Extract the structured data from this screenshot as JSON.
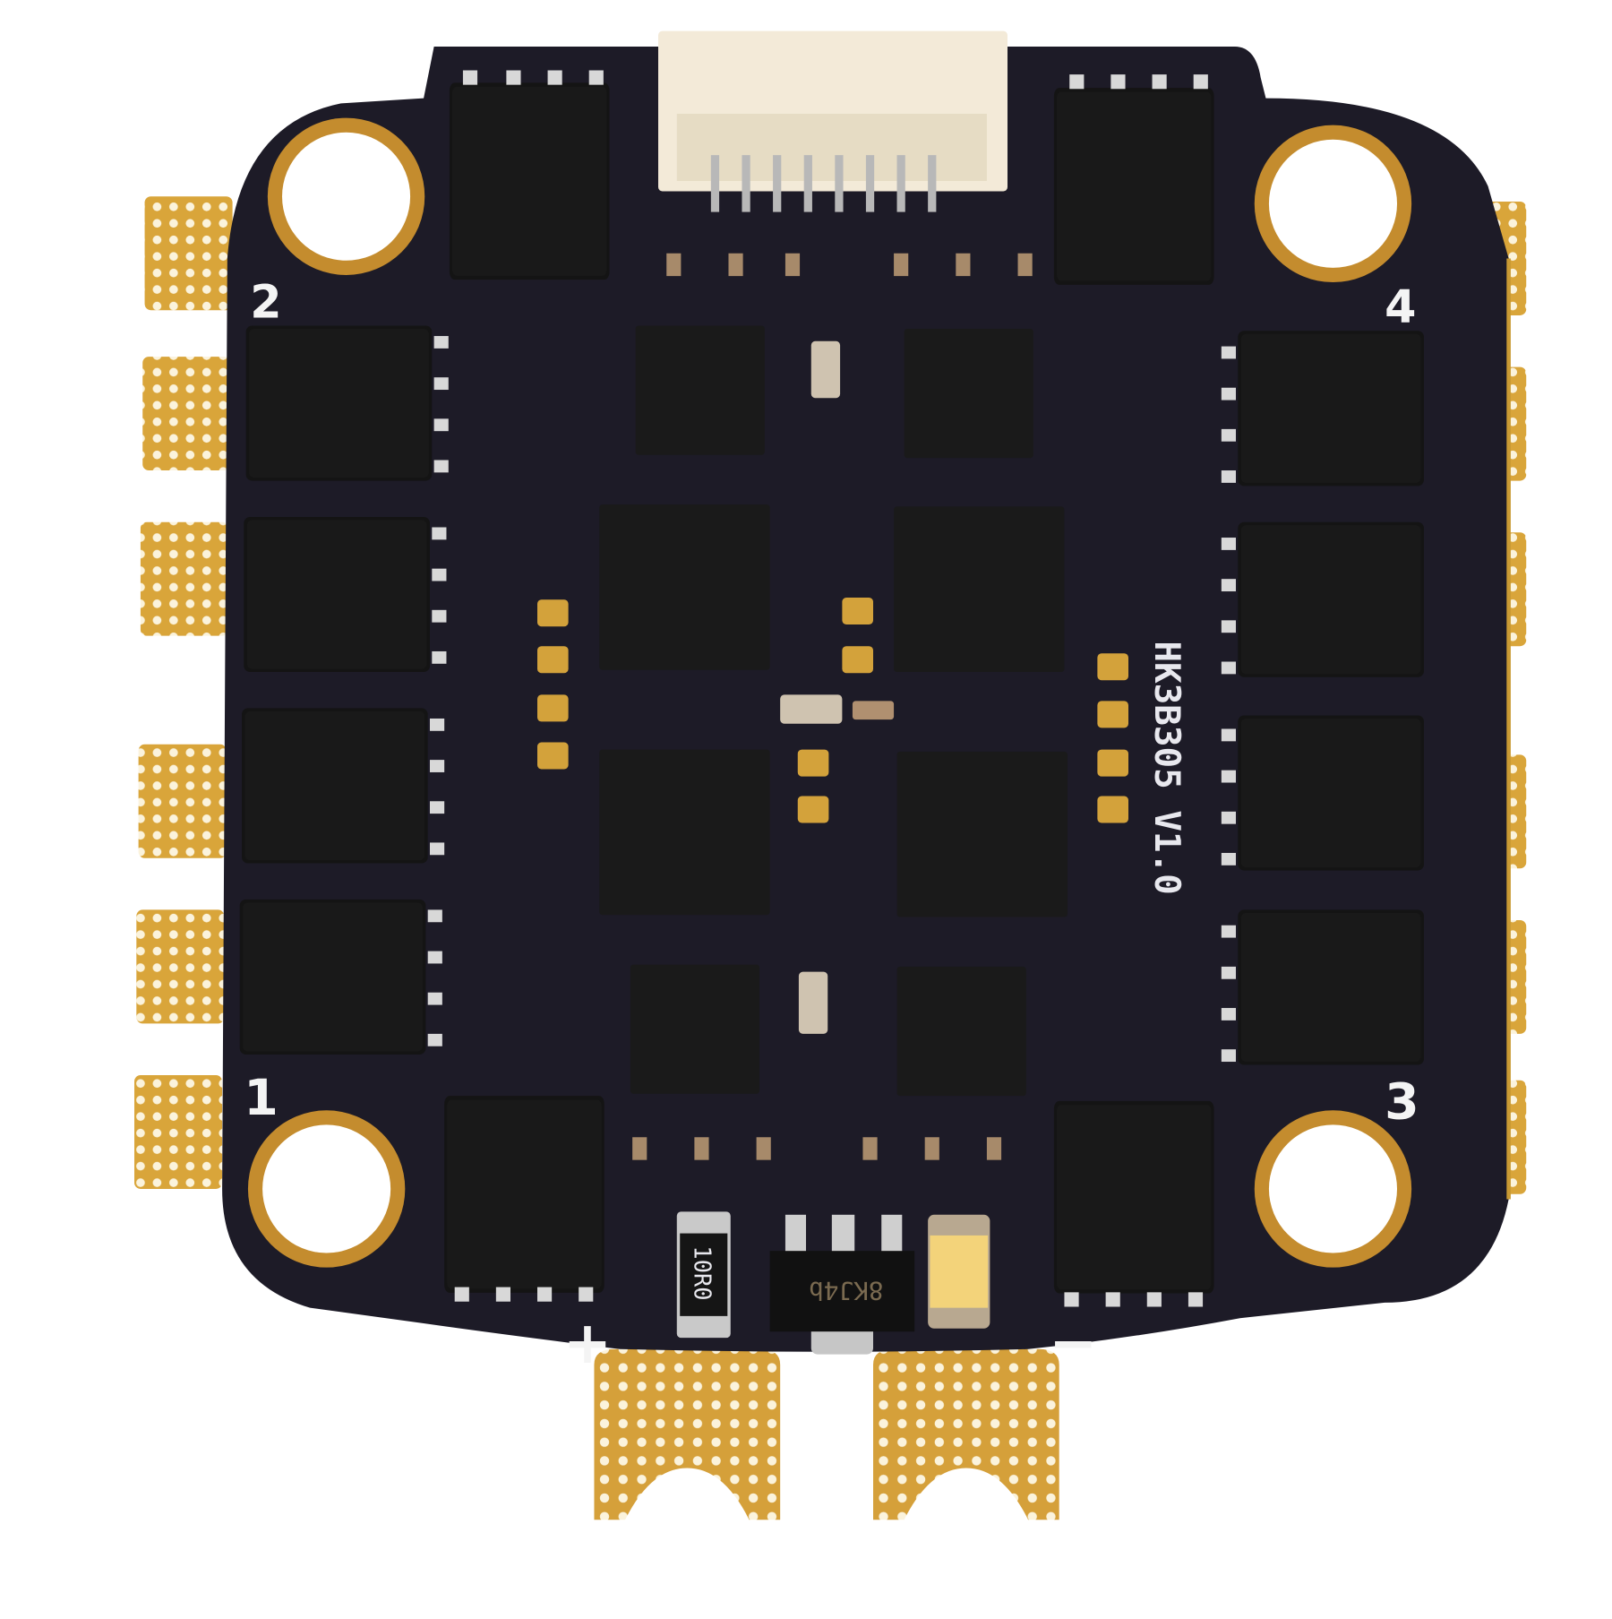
{
  "board": {
    "model_label": "HK3B305 V1.0",
    "motor_labels": {
      "m1": "1",
      "m2": "2",
      "m3": "3",
      "m4": "4"
    },
    "power_labels": {
      "positive": "+",
      "negative": "−"
    },
    "shunt_resistor_marking": "10R0",
    "regulator_marking": "8KJ4b"
  },
  "colors": {
    "background": "#ffffff",
    "pcb_soldermask": "#1c1a26",
    "gold_pad": "#d9a53a",
    "component_body": "#151515",
    "connector": "#f3ead8",
    "silkscreen": "#f4f4f4"
  }
}
